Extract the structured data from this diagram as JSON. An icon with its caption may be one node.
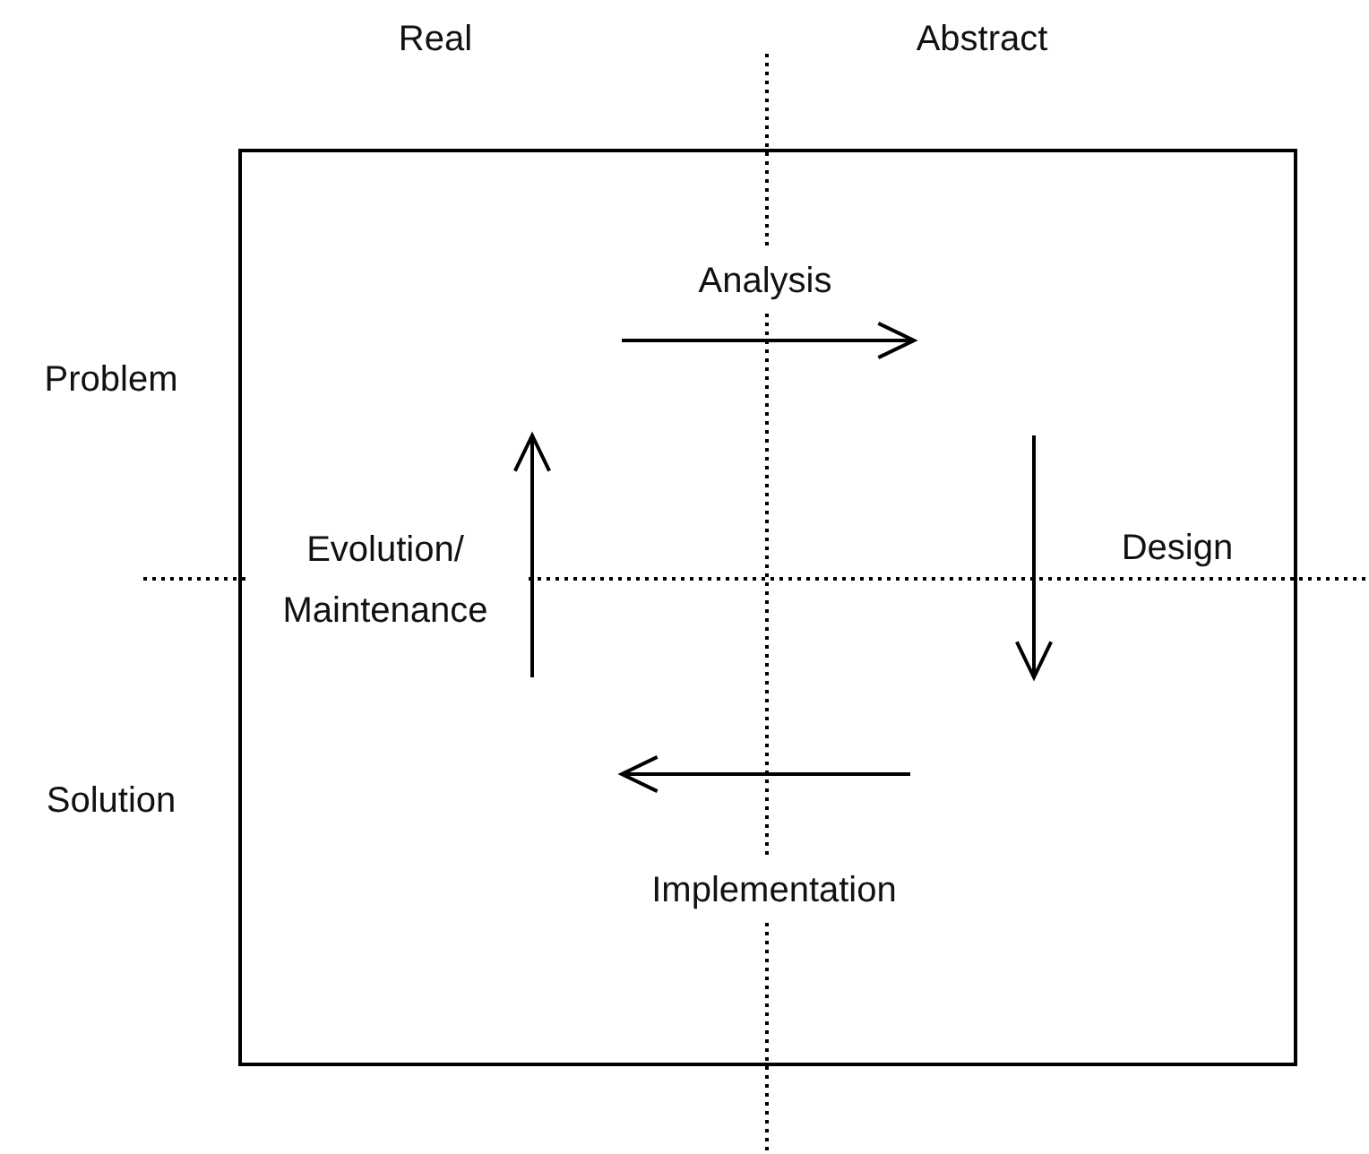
{
  "diagram": {
    "nodes": [
      {
        "text": [],
        "shape": "box"
      }
    ],
    "labels": [
      "Real",
      "Abstract",
      "Analysis",
      "Problem",
      "Evolution/ Maintenance",
      "Design",
      "Solution",
      "Implementation"
    ]
  }
}
